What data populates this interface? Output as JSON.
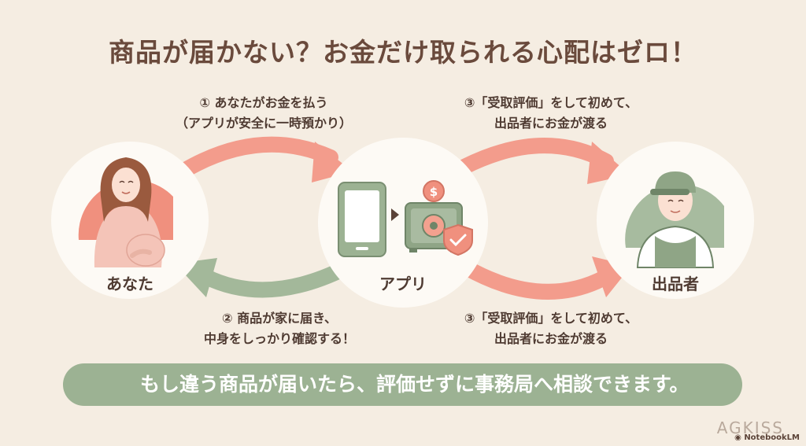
{
  "title": "商品が届かない？お金だけ取られる心配はゼロ！",
  "steps": {
    "step1_line1": "① あなたがお金を払う",
    "step1_line2": "（アプリが安全に一時預かり）",
    "step2_line1": "② 商品が家に届き、",
    "step2_line2": "中身をしっかり確認する！",
    "step3a_line1": "③「受取評価」をして初めて、",
    "step3a_line2": "出品者にお金が渡る",
    "step3b_line1": "③「受取評価」をして初めて、",
    "step3b_line2": "出品者にお金が渡る"
  },
  "nodes": {
    "you": "あなた",
    "app": "アプリ",
    "seller": "出品者"
  },
  "banner": {
    "text": "もし違う商品が届いたら、評価せずに事務局へ相談できます。"
  },
  "brand": {
    "name": "AGKISS",
    "tool": "NotebookLM"
  },
  "colors": {
    "background": "#f5ede2",
    "salmon_arrow": "#f39c8c",
    "green_arrow": "#a3b89a",
    "banner": "#9cb293"
  }
}
